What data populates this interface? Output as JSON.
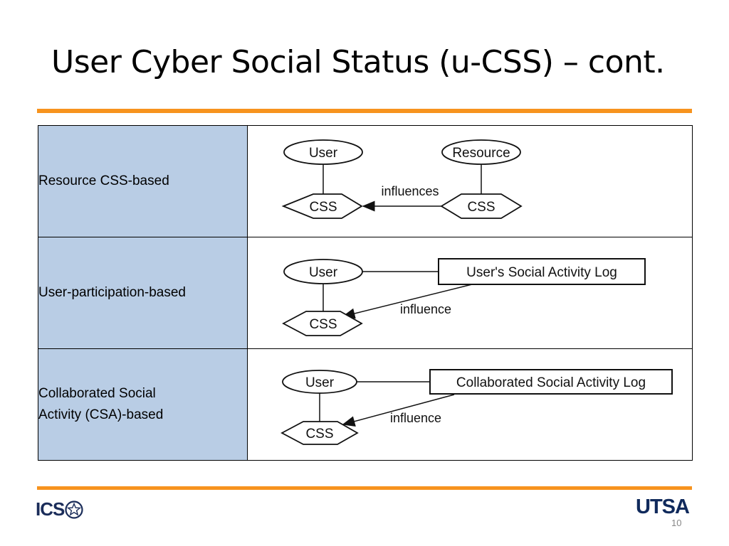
{
  "slide": {
    "title": "User Cyber Social Status (u-CSS) – cont.",
    "page_number": "10",
    "colors": {
      "accent": "#f7931e",
      "label_bg": "#b9cde5",
      "logo_navy": "#1b2d5a"
    }
  },
  "rows": [
    {
      "label": "Resource CSS-based",
      "diagram": {
        "user": "User",
        "resource": "Resource",
        "css_left": "CSS",
        "css_right": "CSS",
        "edge": "influences"
      }
    },
    {
      "label": "User-participation-based",
      "diagram": {
        "user": "User",
        "log": "User's Social Activity Log",
        "css": "CSS",
        "edge": "influence"
      }
    },
    {
      "label_line1": "Collaborated Social",
      "label_line2": "Activity (CSA)-based",
      "diagram": {
        "user": "User",
        "log": "Collaborated Social Activity Log",
        "css": "CSS",
        "edge": "influence"
      }
    }
  ],
  "logos": {
    "left": "ICS",
    "left_icon": "star-seal-icon",
    "right": "UTSA"
  }
}
